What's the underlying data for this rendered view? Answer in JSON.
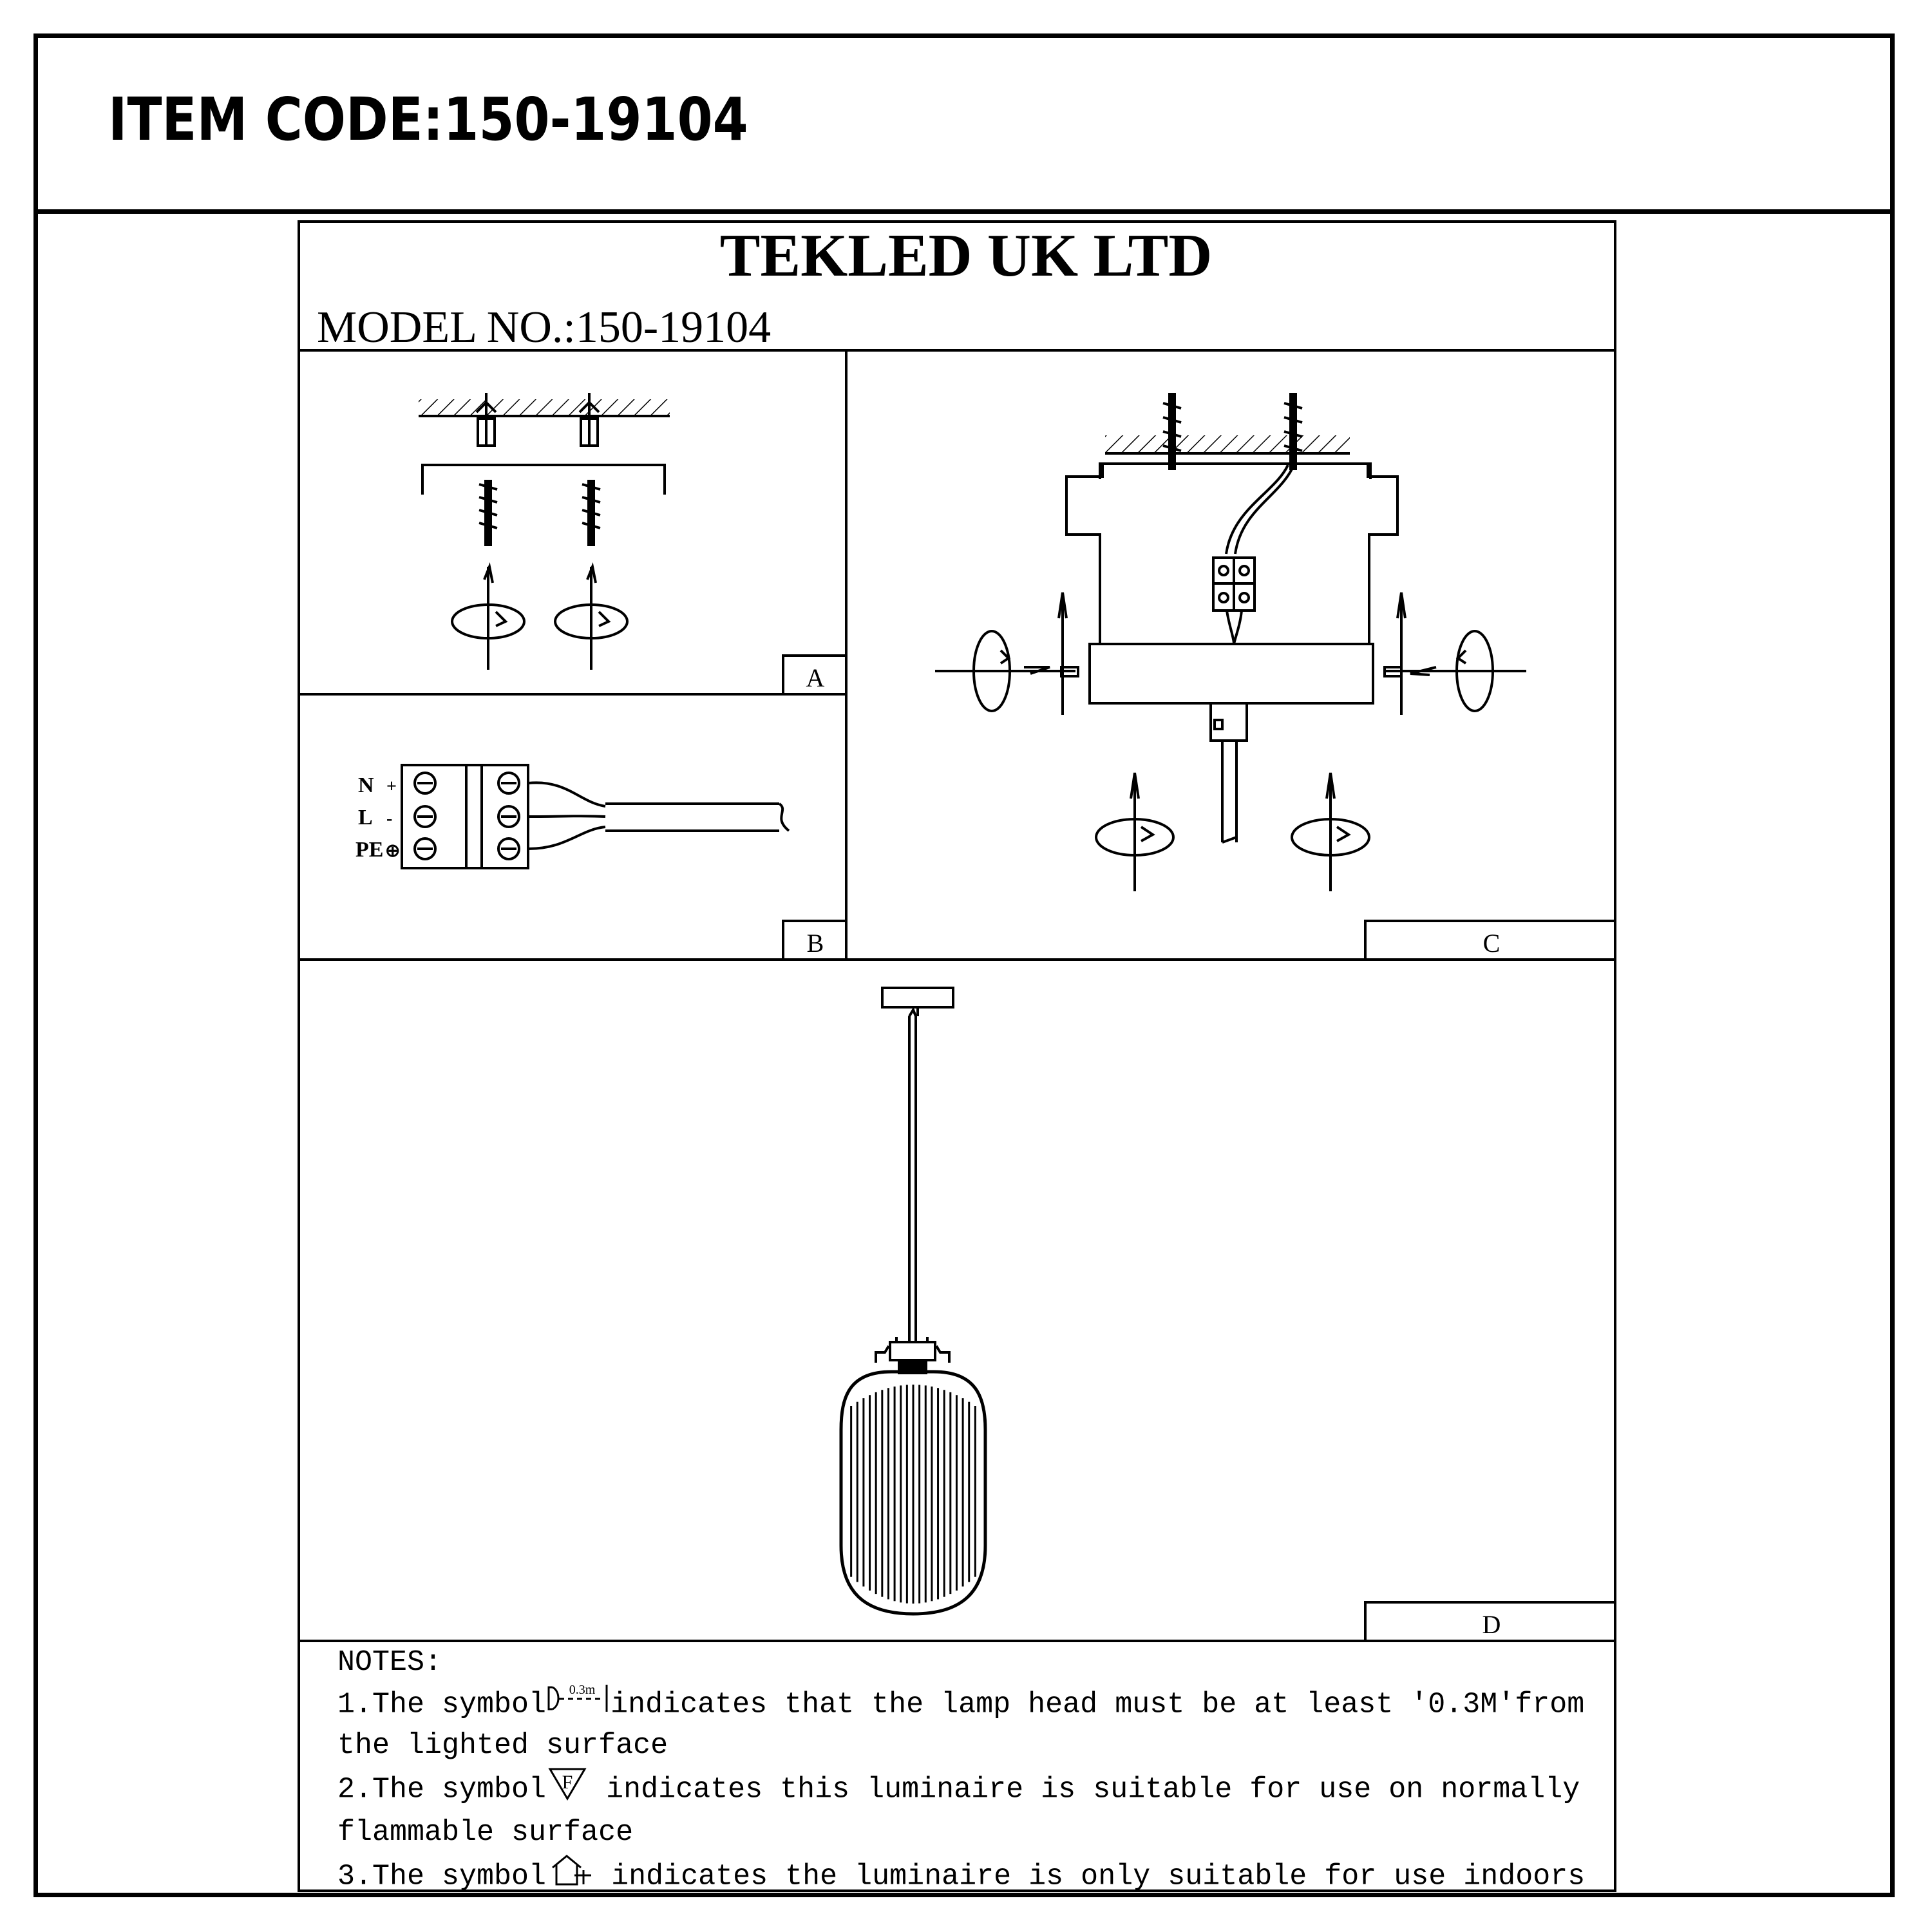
{
  "header": {
    "item_code": "ITEM CODE:150-19104"
  },
  "sheet": {
    "company": "TEKLED UK LTD",
    "model_no": "MODEL NO.:150-19104"
  },
  "panels": {
    "a": {
      "label": "A"
    },
    "b": {
      "label": "B",
      "terminals": [
        "N",
        "L",
        "PE"
      ],
      "polarity": [
        "+",
        "-",
        "⊕"
      ]
    },
    "c": {
      "label": "C"
    },
    "d": {
      "label": "D"
    }
  },
  "notes": {
    "heading": "NOTES:",
    "n1_a": "1.The symbol",
    "n1_sym": "0.3m",
    "n1_b": "indicates that the lamp head must be at least '0.3M'from",
    "n1_c": "the lighted surface",
    "n2_a": "2.The symbol",
    "n2_sym": "F",
    "n2_b": " indicates this luminaire is suitable for use on normally",
    "n2_c": "flammable surface",
    "n3_a": "3.The symbol",
    "n3_b": " indicates the luminaire is only suitable for use indoors"
  }
}
